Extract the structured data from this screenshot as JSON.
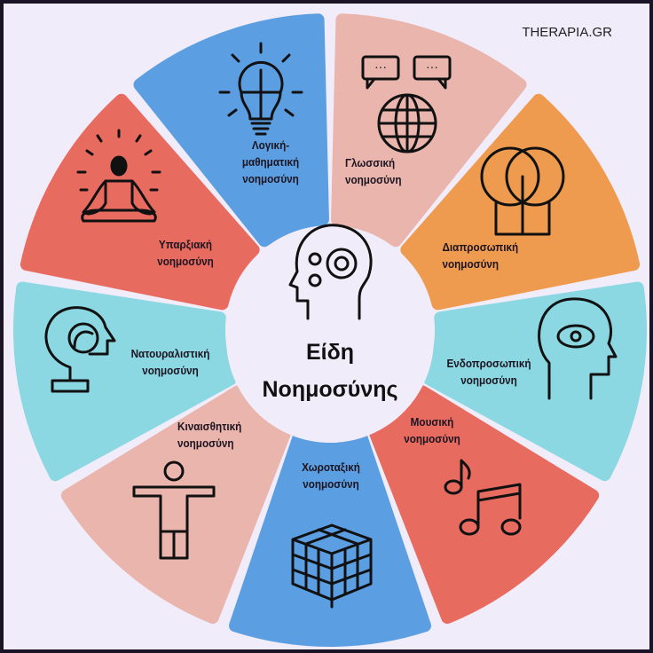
{
  "brand": "THERAPIA.GR",
  "center": {
    "line1": "Είδη",
    "line2": "Νοημοσύνης"
  },
  "segments": [
    {
      "id": "logical",
      "lines": [
        "Λογική-",
        "μαθηματική",
        "νοημοσύνη"
      ],
      "color": "#5b9fe2",
      "icon": "lightbulb-puzzle-icon"
    },
    {
      "id": "linguistic",
      "lines": [
        "Γλωσσική",
        "νοημοσύνη"
      ],
      "color": "#e9b5ad",
      "icon": "globe-chat-icon"
    },
    {
      "id": "interpersonal",
      "lines": [
        "Διαπροσωπική",
        "νοημοσύνη"
      ],
      "color": "#ef9b4f",
      "icon": "two-heads-icon"
    },
    {
      "id": "intrapersonal",
      "lines": [
        "Ενδοπροσωπική",
        "νοημοσύνη"
      ],
      "color": "#8bd8e3",
      "icon": "head-eye-icon"
    },
    {
      "id": "musical",
      "lines": [
        "Μουσική",
        "νοημοσύνη"
      ],
      "color": "#e86b5f",
      "icon": "music-notes-icon"
    },
    {
      "id": "spatial",
      "lines": [
        "Χωροταξική",
        "νοημοσύνη"
      ],
      "color": "#5b9fe2",
      "icon": "cube-icon"
    },
    {
      "id": "kinesthetic",
      "lines": [
        "Κιναισθητική",
        "νοημοσύνη"
      ],
      "color": "#e9b5ad",
      "icon": "person-icon"
    },
    {
      "id": "naturalist",
      "lines": [
        "Νατουραλιστική",
        "νοημοσύνη"
      ],
      "color": "#8bd8e3",
      "icon": "head-leaf-icon"
    },
    {
      "id": "existential",
      "lines": [
        "Υπαρξιακή",
        "νοημοσύνη"
      ],
      "color": "#e86b5f",
      "icon": "meditation-icon"
    }
  ]
}
